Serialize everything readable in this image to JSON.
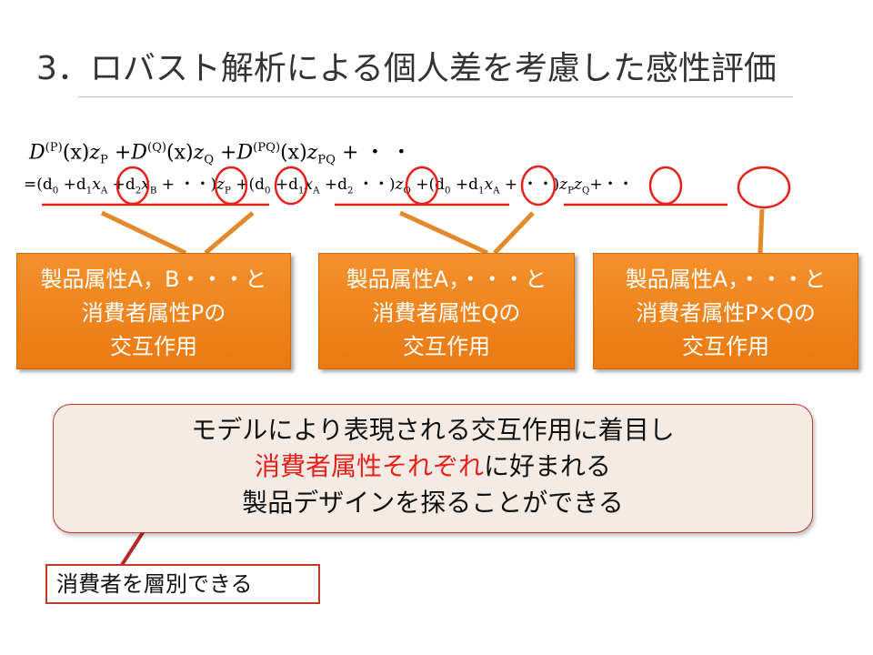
{
  "slide": {
    "title": "3．ロバスト解析による個人差を考慮した感性評価"
  },
  "equation": {
    "line1": {
      "t1_D": "D",
      "t1_sup": "(P)",
      "t1_x": "(x)",
      "t1_z": "z",
      "t1_sub": "P",
      "plus1": "+",
      "t2_D": "D",
      "t2_sup": "(Q)",
      "t2_x": "(x)",
      "t2_z": "z",
      "t2_sub": "Q",
      "plus2": "+",
      "t3_D": "D",
      "t3_sup": "(PQ)",
      "t3_x": "(x)",
      "t3_z": "z",
      "t3_sub": "PQ",
      "tail": "+ ・ ・"
    },
    "line2": {
      "seg1": "=(d",
      "s0a": "0",
      "seg2": " +d",
      "s1a": "1",
      "xa1": "x",
      "xa1sub": "A",
      "seg3": " +d",
      "s2a": "2",
      "xb": "x",
      "xbsub": "B",
      "seg4": " + ・・)",
      "zp": "z",
      "zpsub": "P",
      "seg5": " +(d",
      "s0b": "0",
      "seg6": " +d",
      "s1b": "1",
      "xa2": "x",
      "xa2sub": "A",
      "seg7": " +d",
      "s2b": "2",
      "seg8": " ・・)",
      "zq": "z",
      "zqsub": "Q",
      "seg9": " +(d",
      "s0c": "0",
      "seg10": " +d",
      "s1c": "1",
      "xa3": "x",
      "xa3sub": "A",
      "seg11": " + ・・)",
      "zp2": "z",
      "zp2sub": "P",
      "zq2": "z",
      "zq2sub": "Q",
      "seg12": "+・・"
    }
  },
  "boxes": [
    {
      "line1": "製品属性A，B・・・と",
      "line2": "消費者属性Pの",
      "line3": "交互作用"
    },
    {
      "line1": "製品属性A，・・・と",
      "line2": "消費者属性Qの",
      "line3": "交互作用"
    },
    {
      "line1": "製品属性A，・・・と",
      "line2": "消費者属性P×Qの",
      "line3": "交互作用"
    }
  ],
  "summary": {
    "line1": "モデルにより表現される交互作用に着目し",
    "line2_highlight": "消費者属性それぞれ",
    "line2_rest": "に好まれる",
    "line3": "製品デザインを探ることができる"
  },
  "callout": {
    "text": "消費者を層別できる"
  },
  "colors": {
    "accent_red": "#e8201a",
    "box_orange": "#ee8418",
    "connector_orange": "#e38a2c",
    "summary_fill": "#f4ebe4"
  }
}
